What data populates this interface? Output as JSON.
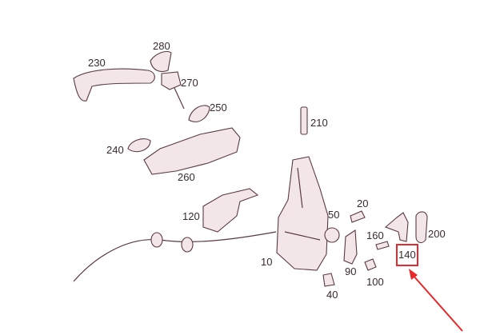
{
  "labels": {
    "p230": "230",
    "p280": "280",
    "p270": "270",
    "p250": "250",
    "p210": "210",
    "p240": "240",
    "p260": "260",
    "p20": "20",
    "p120": "120",
    "p50": "50",
    "p160": "160",
    "p200": "200",
    "p10": "10",
    "p140": "140",
    "p90": "90",
    "p100": "100",
    "p40": "40"
  },
  "highlight": {
    "part": "140",
    "color": "#e8282a"
  }
}
